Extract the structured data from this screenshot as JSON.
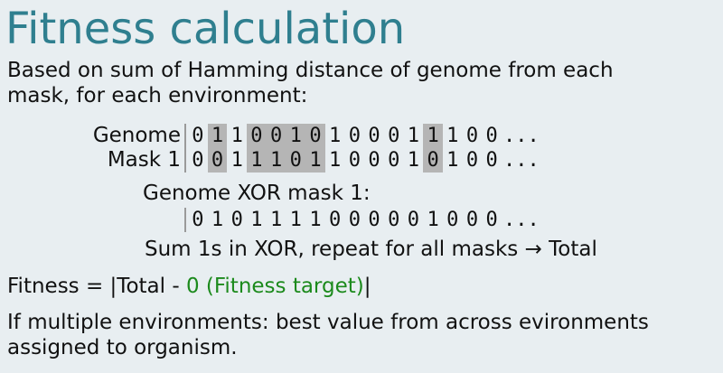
{
  "title": "Fitness calculation",
  "description_line1": "Based on sum of Hamming distance of genome from each",
  "description_line2": "mask, for each environment:",
  "genome_label": "Genome",
  "mask_label": "Mask 1",
  "genome_bits": [
    "0",
    "1",
    "1",
    "0",
    "0",
    "1",
    "0",
    "1",
    "0",
    "0",
    "0",
    "1",
    "1",
    "1",
    "0",
    "0"
  ],
  "mask_bits": [
    "0",
    "0",
    "1",
    "1",
    "1",
    "0",
    "1",
    "1",
    "0",
    "0",
    "0",
    "1",
    "0",
    "1",
    "0",
    "0"
  ],
  "highlight_positions": [
    1,
    3,
    4,
    5,
    6,
    12
  ],
  "ellipsis": "...",
  "xor_label": "Genome XOR mask 1:",
  "xor_bits": [
    "0",
    "1",
    "0",
    "1",
    "1",
    "1",
    "1",
    "0",
    "0",
    "0",
    "0",
    "0",
    "1",
    "0",
    "0",
    "0"
  ],
  "sum_line": "Sum 1s in XOR, repeat for all masks → Total",
  "fitness_prefix": "Fitness = |Total - ",
  "fitness_target": "0 (Fitness target)",
  "fitness_suffix": "|",
  "colors": {
    "title": "#2f7f8f",
    "highlight": "#b5b5b5",
    "target": "#1c8a1c",
    "background": "#e8eef1"
  },
  "note_line1": "If multiple environments: best value from across evironments",
  "note_line2": "assigned to organism."
}
